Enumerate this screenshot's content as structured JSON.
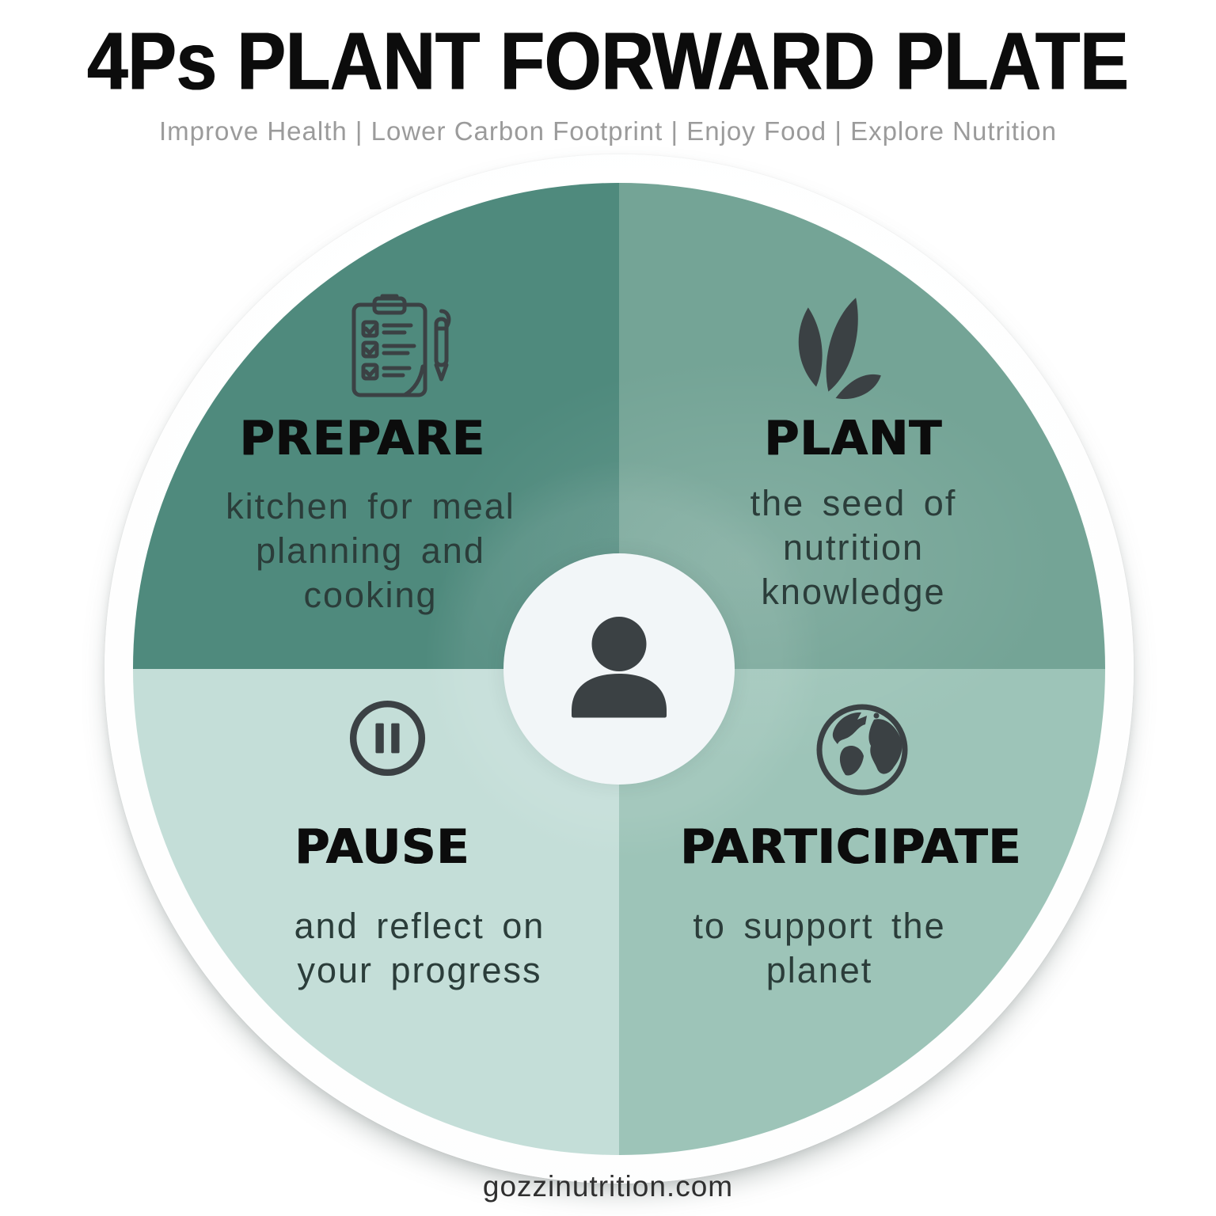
{
  "page": {
    "title": "4Ps PLANT FORWARD PLATE",
    "subtitle": "Improve Health | Lower Carbon Footprint | Enjoy Food | Explore Nutrition",
    "footer": "gozzinutrition.com",
    "background_color": "#ffffff",
    "title_color": "#0c0c0c",
    "subtitle_color": "#9b9b9b"
  },
  "plate": {
    "rim_color": "#fdfdfd",
    "center_circle_color": "#f2f6f8",
    "center_icon": "person-icon",
    "icon_color": "#3b4144",
    "heading_color": "#0c0c0c",
    "desc_color": "#2b3d3a",
    "quadrants": [
      {
        "id": "prepare",
        "position": "top-left",
        "color": "#4f8a7d",
        "icon": "clipboard-checklist-icon",
        "heading": "PREPARE",
        "description": "kitchen for meal planning and cooking",
        "desc_lines": [
          "kitchen for meal",
          "planning and",
          "cooking"
        ]
      },
      {
        "id": "plant",
        "position": "top-right",
        "color": "#74a496",
        "icon": "leaves-icon",
        "heading": "PLANT",
        "description": "the seed of nutrition knowledge",
        "desc_lines": [
          "the seed of",
          "nutrition",
          "knowledge"
        ]
      },
      {
        "id": "pause",
        "position": "bottom-left",
        "color": "#c4ded8",
        "icon": "pause-icon",
        "heading": "PAUSE",
        "description": "and reflect on your progress",
        "desc_lines": [
          "and reflect on",
          "your progress"
        ]
      },
      {
        "id": "participate",
        "position": "bottom-right",
        "color": "#9dc4b8",
        "icon": "earth-icon",
        "heading": "PARTICIPATE",
        "description": "to support the planet",
        "desc_lines": [
          "to support the",
          "planet"
        ]
      }
    ]
  }
}
